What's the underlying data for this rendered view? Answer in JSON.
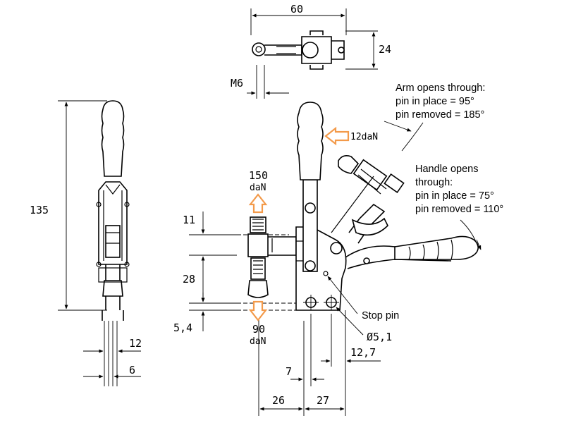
{
  "dimensions": {
    "top_width": "60",
    "top_height": "24",
    "thread": "M6",
    "side_height": "135",
    "side_width_12": "12",
    "side_width_6": "6",
    "dim_11": "11",
    "dim_28": "28",
    "dim_5_4": "5,4",
    "dim_7": "7",
    "dim_26": "26",
    "dim_27": "27",
    "dim_12_7": "12,7",
    "hole_dia": "Ø5,1"
  },
  "forces": {
    "handle_force": "12daN",
    "up_force_value": "150",
    "up_force_unit": "daN",
    "down_force_value": "90",
    "down_force_unit": "daN"
  },
  "notes": {
    "arm_line1": "Arm opens through:",
    "arm_line2": "pin in place = 95°",
    "arm_line3": "pin removed = 185°",
    "handle_line1": "Handle opens",
    "handle_line2": "through:",
    "handle_line3": "pin in place = 75°",
    "handle_line4": "pin removed = 110°",
    "stop_pin": "Stop pin"
  },
  "colors": {
    "line": "#000000",
    "force_arrow": "#f39a4a",
    "background": "#ffffff"
  }
}
